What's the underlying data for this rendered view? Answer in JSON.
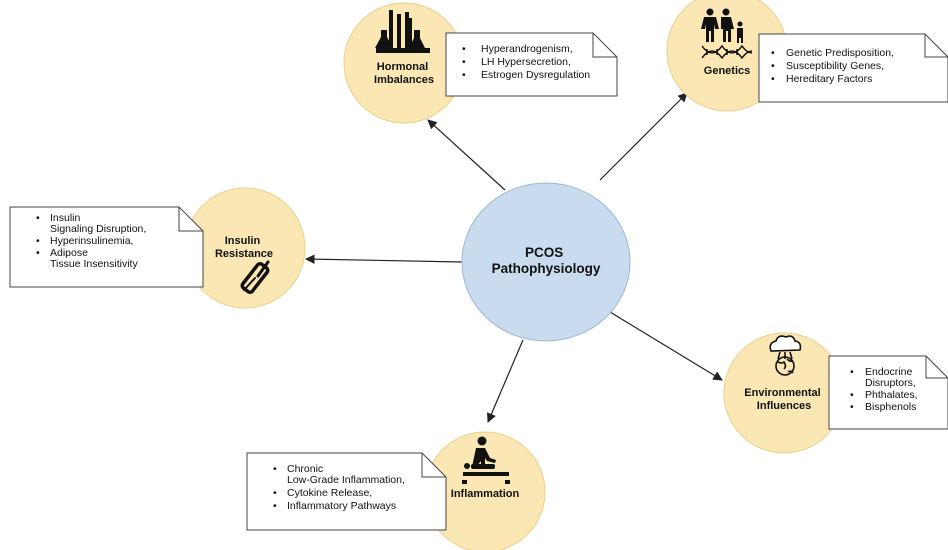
{
  "center": {
    "lines": [
      "PCOS",
      "Pathophysiology"
    ]
  },
  "colors": {
    "center_fill": "#c9dbee",
    "center_stroke": "#9db6d3",
    "node_fill": "#fbe7b4",
    "node_stroke": "#e9cf88",
    "note_fill": "#ffffff",
    "note_stroke": "#444444",
    "arrow": "#222222"
  },
  "nodes": [
    {
      "key": "hormonal",
      "icon": "lab-flasks-icon",
      "label_lines": [
        "Hormonal",
        "Imbalances"
      ],
      "note": [
        {
          "bullet": true,
          "text": "Hyperandrogenism,"
        },
        {
          "bullet": true,
          "text": "LH Hypersecretion,"
        },
        {
          "bullet": true,
          "text": "Estrogen Dysregulation"
        }
      ]
    },
    {
      "key": "genetics",
      "icon": "family-dna-icon",
      "label_lines": [
        "Genetics"
      ],
      "note": [
        {
          "bullet": true,
          "text": "Genetic Predisposition,"
        },
        {
          "bullet": true,
          "text": "Susceptibility Genes,"
        },
        {
          "bullet": true,
          "text": "Hereditary Factors"
        }
      ]
    },
    {
      "key": "insulin",
      "icon": "insulin-pen-icon",
      "label_lines": [
        "Insulin",
        "Resistance"
      ],
      "note": [
        {
          "bullet": true,
          "text": "Insulin"
        },
        {
          "bullet": false,
          "text": "Signaling Disruption,"
        },
        {
          "bullet": true,
          "text": "Hyperinsulinemia,"
        },
        {
          "bullet": true,
          "text": "Adipose"
        },
        {
          "bullet": false,
          "text": "Tissue Insensitivity"
        }
      ]
    },
    {
      "key": "environmental",
      "icon": "polluted-earth-icon",
      "label_lines": [
        "Environmental",
        "Influences"
      ],
      "note": [
        {
          "bullet": true,
          "text": "Endocrine"
        },
        {
          "bullet": false,
          "text": "Disruptors,"
        },
        {
          "bullet": true,
          "text": "Phthalates,"
        },
        {
          "bullet": true,
          "text": "Bisphenols"
        }
      ]
    },
    {
      "key": "inflammation",
      "icon": "patient-care-icon",
      "label_lines": [
        "Inflammation"
      ],
      "note": [
        {
          "bullet": true,
          "text": "Chronic"
        },
        {
          "bullet": false,
          "text": "Low-Grade Inflammation,"
        },
        {
          "bullet": true,
          "text": "Cytokine Release,"
        },
        {
          "bullet": true,
          "text": "Inflammatory Pathways"
        }
      ]
    }
  ]
}
